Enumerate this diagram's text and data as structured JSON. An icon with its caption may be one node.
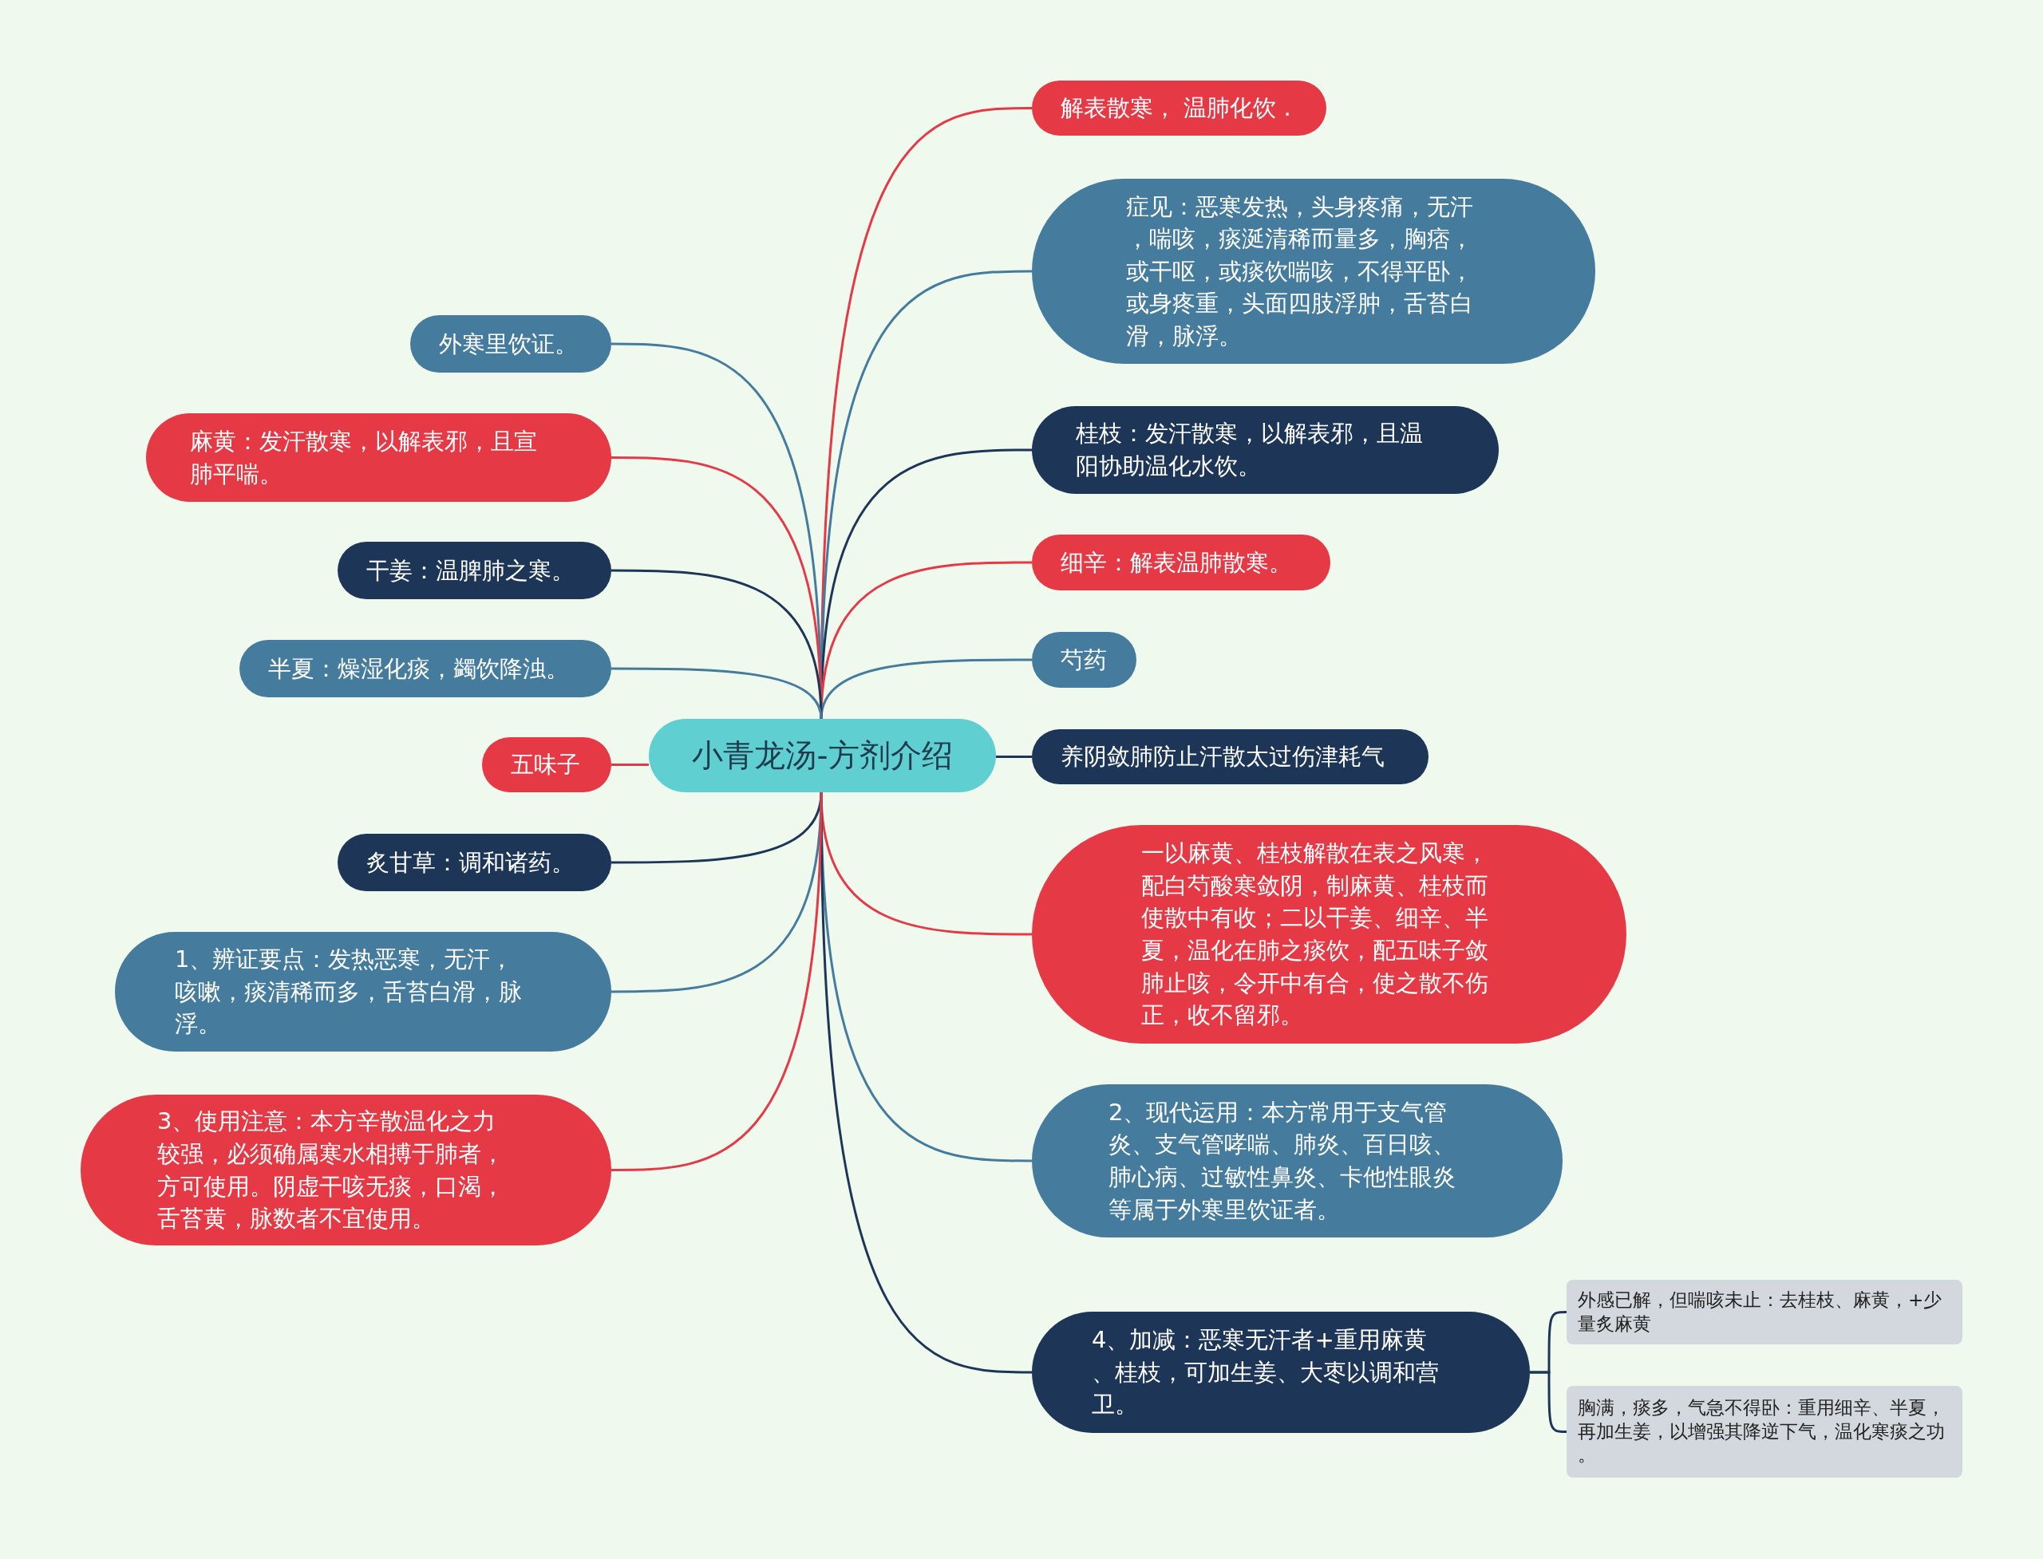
{
  "diagram": {
    "nodes": [
      {
        "text": [
          "小青龙汤-方剂介绍"
        ]
      },
      {
        "text": [
          "解表散寒， 温肺化饮 ."
        ]
      },
      {
        "text": [
          "症见：恶寒发热，头身疼痛，无汗，喘咳，痰涎清稀而量多，胸痞，或干呕，或痰饮喘咳，不得平卧，或身疼重，头面四肢浮肿，舌苔白滑，脉浮。"
        ]
      },
      {
        "text": [
          "桂枝：发汗散寒，以解表邪，且温阳协助温化水饮。"
        ]
      },
      {
        "text": [
          "细辛：解表温肺散寒。"
        ]
      },
      {
        "text": [
          "芍药"
        ]
      },
      {
        "text": [
          "养阴敛肺防止汗散太过伤津耗气"
        ]
      },
      {
        "text": [
          "一以麻黄、桂枝解散在表之风寒，配白芍酸寒敛阴，制麻黄、桂枝而使散中有收；二以干姜、细辛、半夏，温化在肺之痰饮，配五味子敛肺止咳，令开中有合，使之散不伤正，收不留邪。"
        ]
      },
      {
        "text": [
          "2、现代运用：本方常用于支气管炎、支气管哮喘、肺炎、百日咳、肺心病、过敏性鼻炎、卡他性眼炎等属于外寒里饮证者。"
        ]
      },
      {
        "text": [
          "4、加减：恶寒无汗者+重用麻黄、桂枝，可加生姜、大枣以调和营卫。"
        ]
      },
      {
        "text": [
          "外感已解，但喘咳未止：去桂枝、麻黄，+少量炙麻黄"
        ]
      },
      {
        "text": [
          "胸满，痰多，气急不得卧：重用细辛、半夏，再加生姜，以增强其降逆下气，温化寒痰之功。"
        ]
      },
      {
        "text": [
          "外寒里饮证。"
        ]
      },
      {
        "text": [
          "麻黄：发汗散寒，以解表邪，且宣肺平喘。"
        ]
      },
      {
        "text": [
          "干姜：温脾肺之寒。"
        ]
      },
      {
        "text": [
          "半夏：燥湿化痰，蠲饮降浊。"
        ]
      },
      {
        "text": [
          "五味子"
        ]
      },
      {
        "text": [
          "炙甘草：调和诸药。"
        ]
      },
      {
        "text": [
          "1、辨证要点：发热恶寒，无汗，咳嗽，痰清稀而多，舌苔白滑，脉浮。"
        ]
      },
      {
        "text": [
          "3、使用注意：本方辛散温化之力较强，必须确属寒水相搏于肺者，方可使用。阴虚干咳无痰，口渴，舌苔黄，脉数者不宜使用。"
        ]
      }
    ],
    "edges": [
      {
        "from": 0,
        "to": 1,
        "arrow": "none",
        "color": "#e63946"
      },
      {
        "from": 0,
        "to": 2,
        "arrow": "none",
        "color": "#457b9d"
      },
      {
        "from": 0,
        "to": 3,
        "arrow": "none",
        "color": "#1d3557"
      },
      {
        "from": 0,
        "to": 4,
        "arrow": "none",
        "color": "#e63946"
      },
      {
        "from": 0,
        "to": 5,
        "arrow": "none",
        "color": "#457b9d"
      },
      {
        "from": 0,
        "to": 6,
        "arrow": "none",
        "color": "#1d3557"
      },
      {
        "from": 0,
        "to": 7,
        "arrow": "none",
        "color": "#e63946"
      },
      {
        "from": 0,
        "to": 8,
        "arrow": "none",
        "color": "#457b9d"
      },
      {
        "from": 0,
        "to": 9,
        "arrow": "none",
        "color": "#1d3557"
      },
      {
        "from": 9,
        "to": 10,
        "arrow": "none",
        "color": "#1d3557"
      },
      {
        "from": 9,
        "to": 11,
        "arrow": "none",
        "color": "#1d3557"
      },
      {
        "from": 0,
        "to": 12,
        "arrow": "none",
        "color": "#457b9d"
      },
      {
        "from": 0,
        "to": 13,
        "arrow": "none",
        "color": "#e63946"
      },
      {
        "from": 0,
        "to": 14,
        "arrow": "none",
        "color": "#1d3557"
      },
      {
        "from": 0,
        "to": 15,
        "arrow": "none",
        "color": "#457b9d"
      },
      {
        "from": 0,
        "to": 16,
        "arrow": "none",
        "color": "#e63946"
      },
      {
        "from": 0,
        "to": 17,
        "arrow": "none",
        "color": "#1d3557"
      },
      {
        "from": 0,
        "to": 18,
        "arrow": "none",
        "color": "#457b9d"
      },
      {
        "from": 0,
        "to": 19,
        "arrow": "none",
        "color": "#e63946"
      }
    ]
  }
}
